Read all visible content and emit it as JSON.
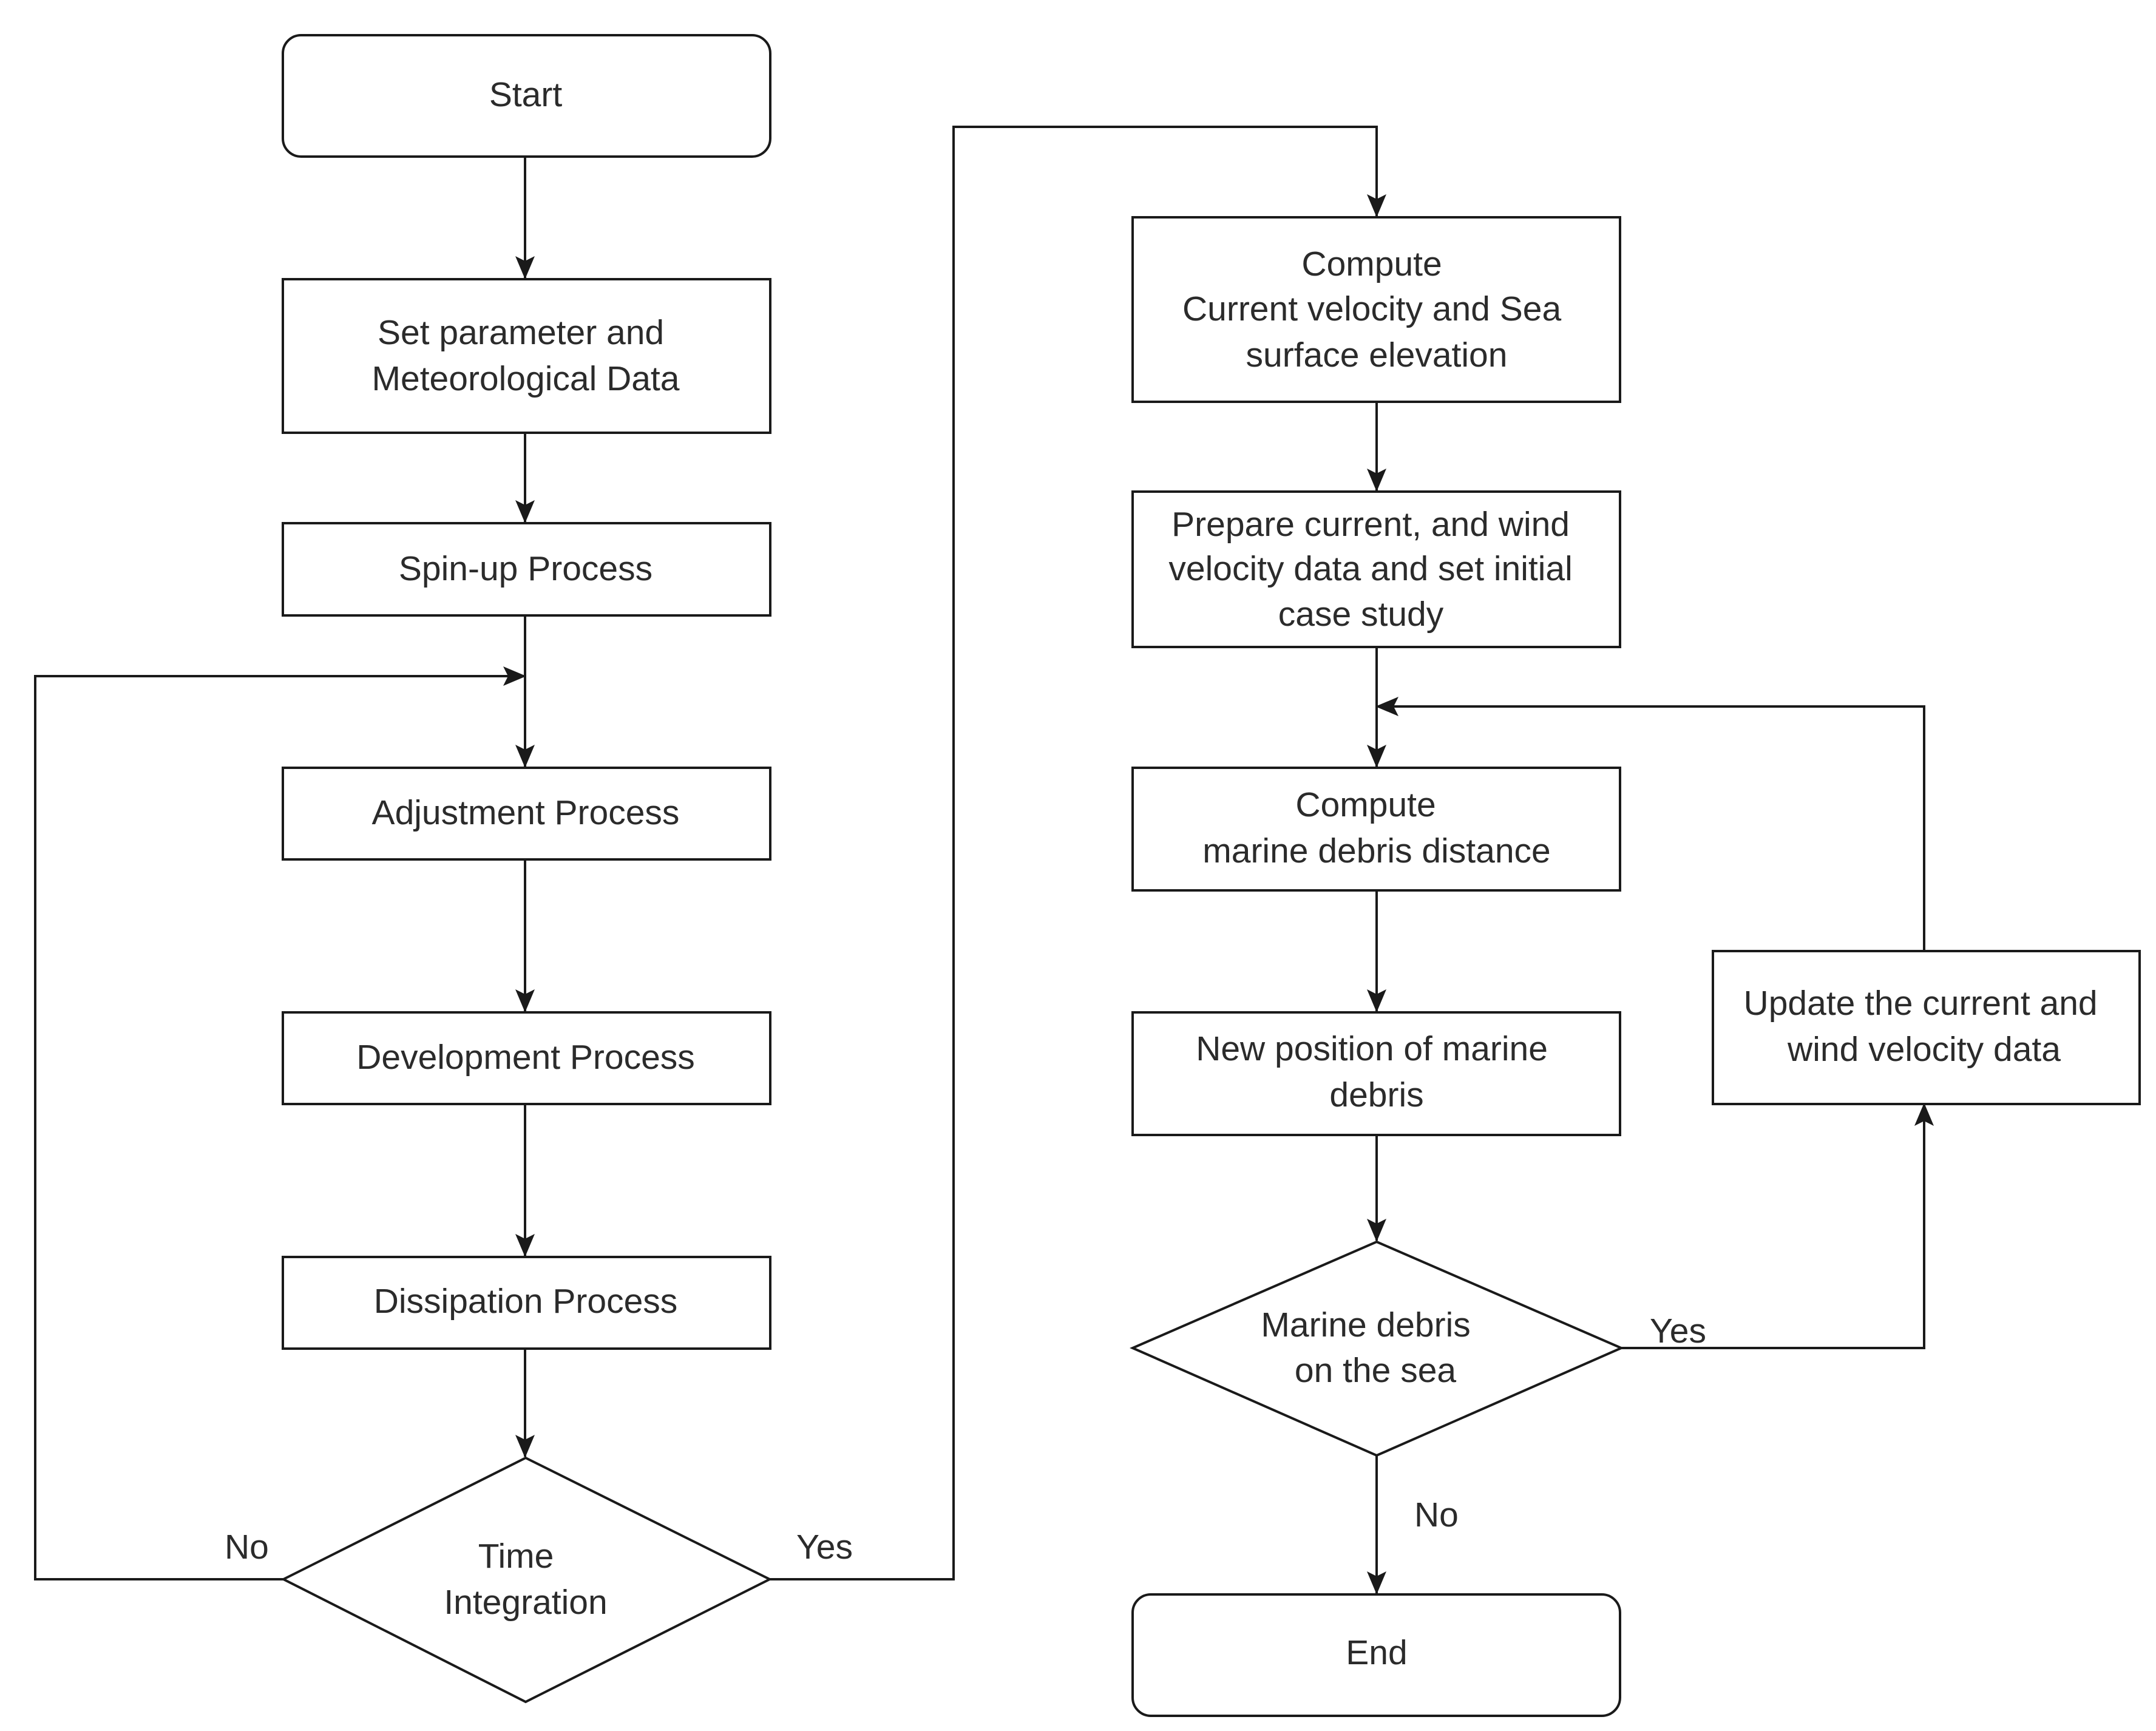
{
  "nodes": {
    "start": {
      "lines": [
        "Start"
      ]
    },
    "set_parameter": {
      "lines": [
        "Set parameter and",
        "Meteorological Data"
      ]
    },
    "spin_up": {
      "lines": [
        "Spin-up Process"
      ]
    },
    "adjustment": {
      "lines": [
        "Adjustment Process"
      ]
    },
    "development": {
      "lines": [
        "Development Process"
      ]
    },
    "dissipation": {
      "lines": [
        "Dissipation Process"
      ]
    },
    "time_integration": {
      "lines": [
        "Time",
        "Integration"
      ]
    },
    "compute_current": {
      "lines": [
        "Compute",
        "Current velocity and Sea",
        "surface elevation"
      ]
    },
    "prepare_data": {
      "lines": [
        "Prepare current, and wind",
        "velocity data and set initial",
        "case study"
      ]
    },
    "compute_distance": {
      "lines": [
        "Compute",
        "marine debris distance"
      ]
    },
    "new_position": {
      "lines": [
        "New  position of marine",
        "debris"
      ]
    },
    "on_sea": {
      "lines": [
        "Marine debris",
        "on the sea"
      ]
    },
    "update_data": {
      "lines": [
        "Update the current and",
        "wind velocity data"
      ]
    },
    "end": {
      "lines": [
        "End"
      ]
    }
  },
  "edge_labels": {
    "time_no": "No",
    "time_yes": "Yes",
    "sea_yes": "Yes",
    "sea_no": "No"
  }
}
